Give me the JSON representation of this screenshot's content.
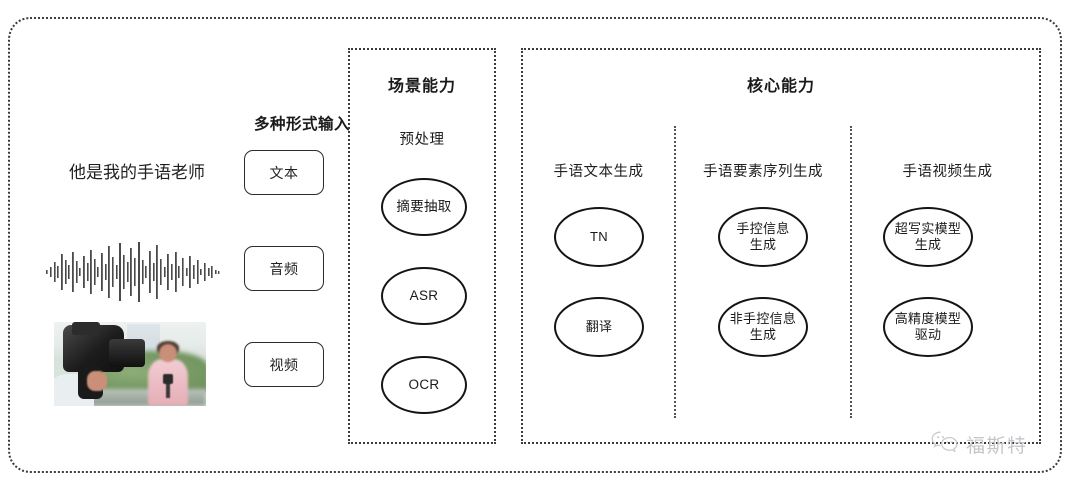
{
  "diagram": {
    "input_section": {
      "heading": "多种形式输入",
      "sample_sentence": "他是我的手语老师",
      "modalities": [
        {
          "label": "文本",
          "name": "text"
        },
        {
          "label": "音频",
          "name": "audio"
        },
        {
          "label": "视频",
          "name": "video"
        }
      ],
      "waveform_icon": "audio-waveform-icon",
      "video_thumbnail_icon": "video-thumbnail-image"
    },
    "scene_module": {
      "title": "场景能力",
      "subtitle": "预处理",
      "nodes": [
        {
          "label": "摘要抽取"
        },
        {
          "label": "ASR"
        },
        {
          "label": "OCR"
        }
      ]
    },
    "core_module": {
      "title": "核心能力",
      "columns": [
        {
          "header": "手语文本生成",
          "nodes": [
            {
              "line1": "TN",
              "line2": ""
            },
            {
              "line1": "翻译",
              "line2": ""
            }
          ]
        },
        {
          "header": "手语要素序列生成",
          "nodes": [
            {
              "line1": "手控信息",
              "line2": "生成"
            },
            {
              "line1": "非手控信息",
              "line2": "生成"
            }
          ]
        },
        {
          "header": "手语视频生成",
          "nodes": [
            {
              "line1": "超写实模型",
              "line2": "生成"
            },
            {
              "line1": "高精度模型",
              "line2": "驱动"
            }
          ]
        }
      ]
    },
    "watermark": {
      "text": "福斯特",
      "icon": "wechat-icon"
    },
    "colors": {
      "border": "#3c3c3c",
      "node_stroke": "#141414",
      "text": "#1a1a1a",
      "watermark": "#c4c4c8",
      "background": "#ffffff"
    }
  }
}
